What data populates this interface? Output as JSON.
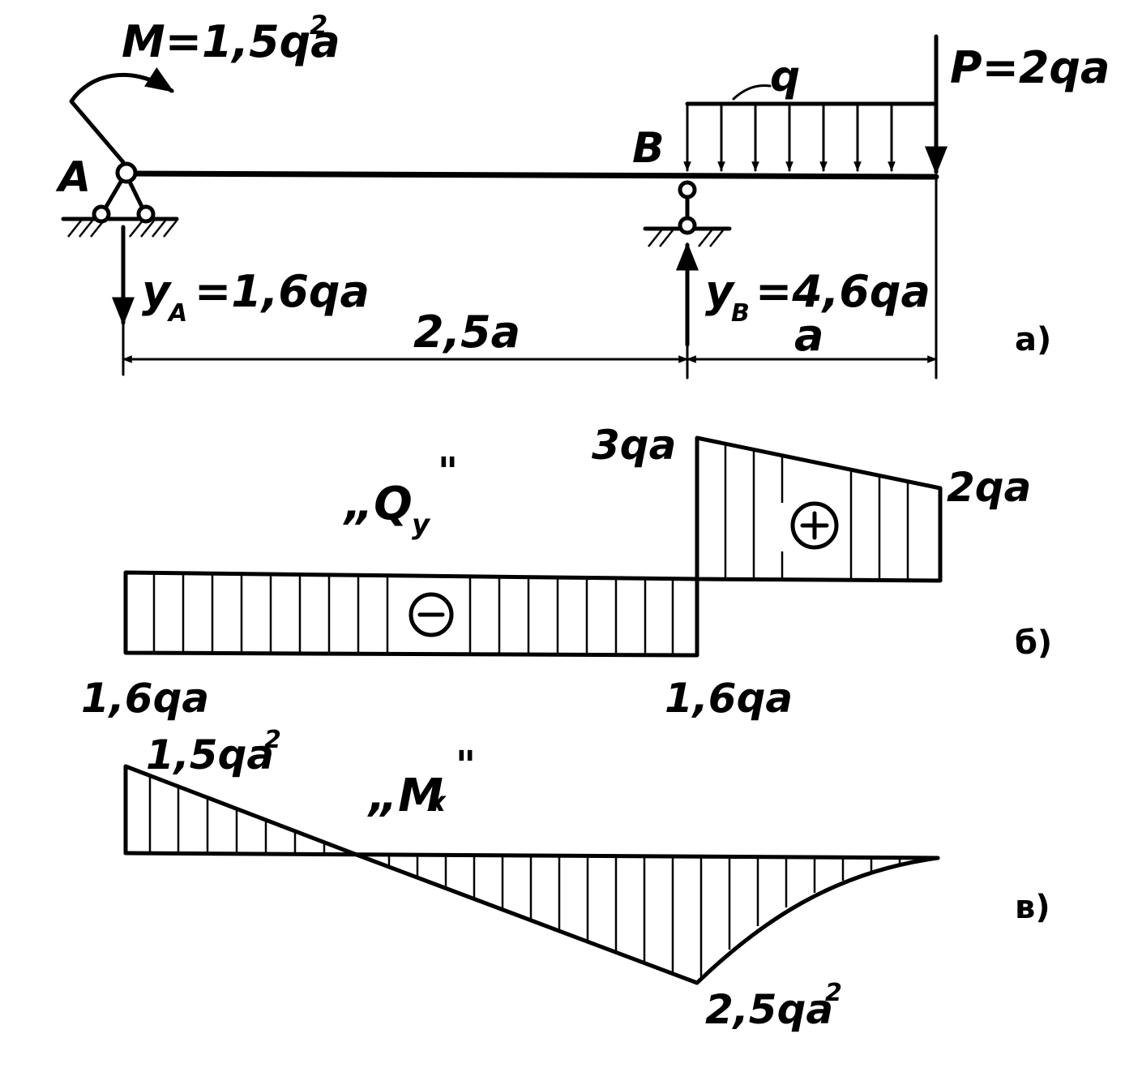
{
  "part_a": {
    "moment_label": "M=1,5qa",
    "moment_exp": "2",
    "support_a": "A",
    "support_b": "B",
    "load_q": "q",
    "force_p": "P=2qa",
    "reaction_a_sym": "y",
    "reaction_a_sub": "A",
    "reaction_a_val": "=1,6qa",
    "reaction_b_sym": "y",
    "reaction_b_sub": "B",
    "reaction_b_val": "=4,6qa",
    "span1": "2,5a",
    "span2": "a",
    "marker": "a)"
  },
  "part_b": {
    "title": "„Q",
    "title_sub": "y",
    "title_close": "\"",
    "label_3qa": "3qa",
    "label_2qa": "2qa",
    "label_left": "1,6qa",
    "label_right": "1,6qa",
    "sign_pos": "+",
    "sign_neg": "−",
    "marker": "б)"
  },
  "part_c": {
    "title": "„M",
    "title_sub": "x",
    "title_close": "\"",
    "label_left": "1,5qa",
    "label_left_exp": "2",
    "label_bottom": "2,5qa",
    "label_bottom_exp": "2",
    "marker": "в)"
  }
}
